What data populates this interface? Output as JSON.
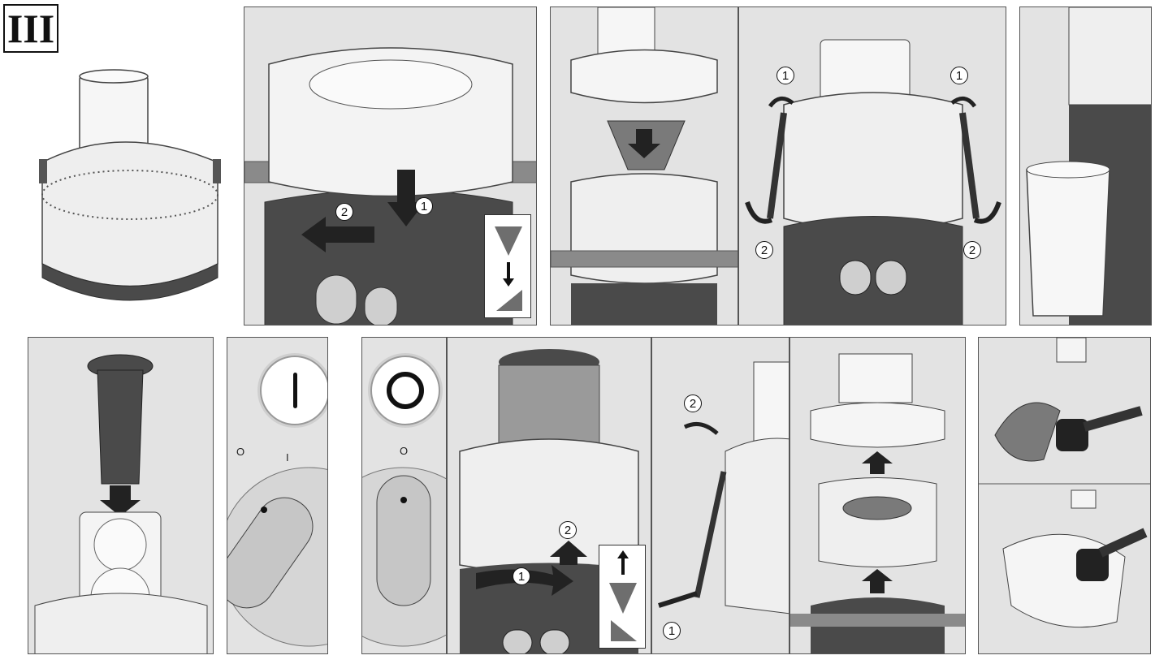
{
  "section": {
    "label": "III"
  },
  "steps": {
    "step1": "1",
    "step2": "2"
  },
  "switch": {
    "on_symbol": "I",
    "off_symbol": "O"
  },
  "colors": {
    "panel_bg": "#e3e3e3",
    "base_dark": "#4a4a4a",
    "accent_gray": "#6e6e6e",
    "arrow": "#222222"
  },
  "icons": [
    "arrow-down-icon",
    "arrow-left-icon",
    "arrow-up-icon",
    "arrow-right-icon",
    "curved-arrow-icon",
    "triangle-marker-icon"
  ]
}
